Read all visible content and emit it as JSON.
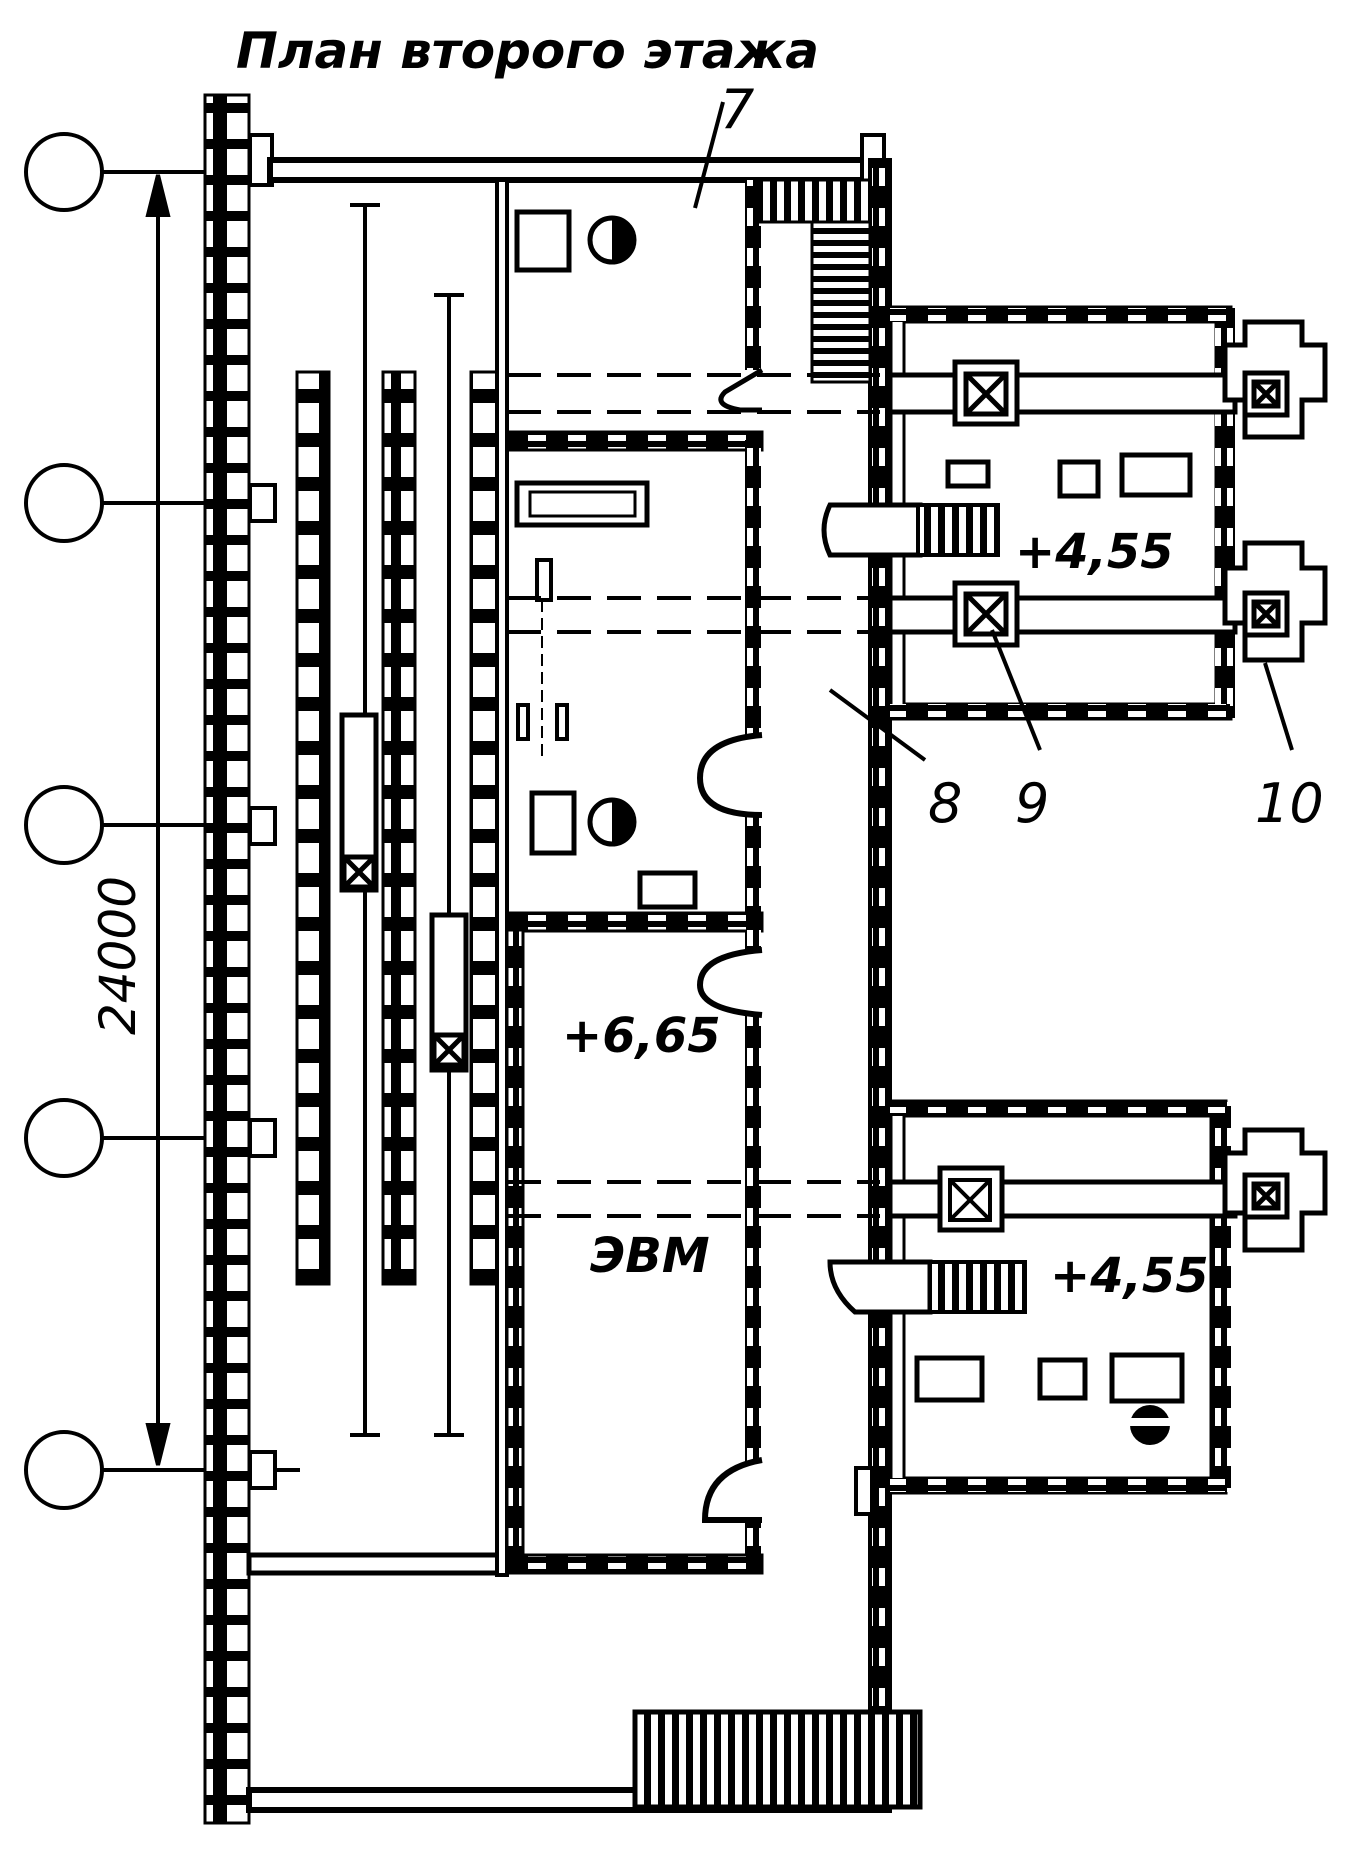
{
  "title": "План второго этажа",
  "dimension": "24000",
  "callouts": {
    "c7": "7",
    "c8": "8",
    "c9": "9",
    "c10": "10"
  },
  "elevations": {
    "platform_top": "+4,55",
    "platform_bottom": "+4,55",
    "second_floor": "+6,65"
  },
  "room_labels": {
    "computer_room": "ЭВМ"
  },
  "axis_count": 5
}
